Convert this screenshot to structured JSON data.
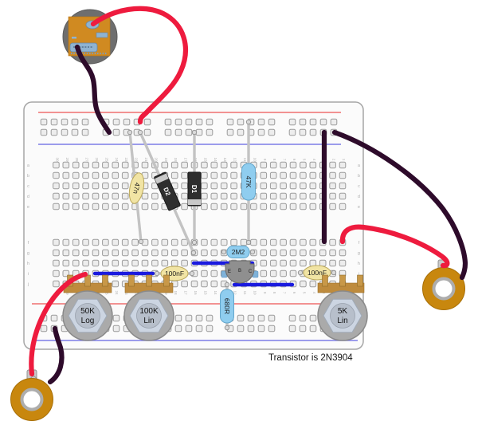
{
  "caption": "Transistor is 2N3904",
  "breadboard": {
    "columns": 30,
    "row_letters_upper": [
      "a",
      "b",
      "c",
      "d",
      "e"
    ],
    "row_letters_lower": [
      "f",
      "g",
      "h",
      "i",
      "j"
    ]
  },
  "components": {
    "cap_47n": {
      "label": "47n"
    },
    "diode_d2": {
      "label": "D2"
    },
    "diode_d1": {
      "label": "D1"
    },
    "res_47k": {
      "label": "47K"
    },
    "res_2m2": {
      "label": "2M2"
    },
    "cap_100nf_left": {
      "label": "100nF"
    },
    "cap_100nf_right": {
      "label": "100nF"
    },
    "res_680r": {
      "label": "680R"
    },
    "transistor": {
      "pin_e": "E",
      "pin_b": "B",
      "pin_c": "C"
    },
    "pot_50k": {
      "value": "50K",
      "taper": "Log"
    },
    "pot_100k": {
      "value": "100K",
      "taper": "Lin"
    },
    "pot_5k": {
      "value": "5K",
      "taper": "Lin"
    }
  },
  "colors": {
    "positive_wire": "#EE1B3E",
    "negative_wire": "#2E0B2B",
    "jumper_wire": "#1A1ADF",
    "rail_positive": "#F07070",
    "rail_negative": "#7D7DE8",
    "component_blue": "#8FCDEF",
    "component_yellow": "#F1E4A4",
    "jack_orange": "#C8870E",
    "battery_orange": "#D08A21"
  }
}
